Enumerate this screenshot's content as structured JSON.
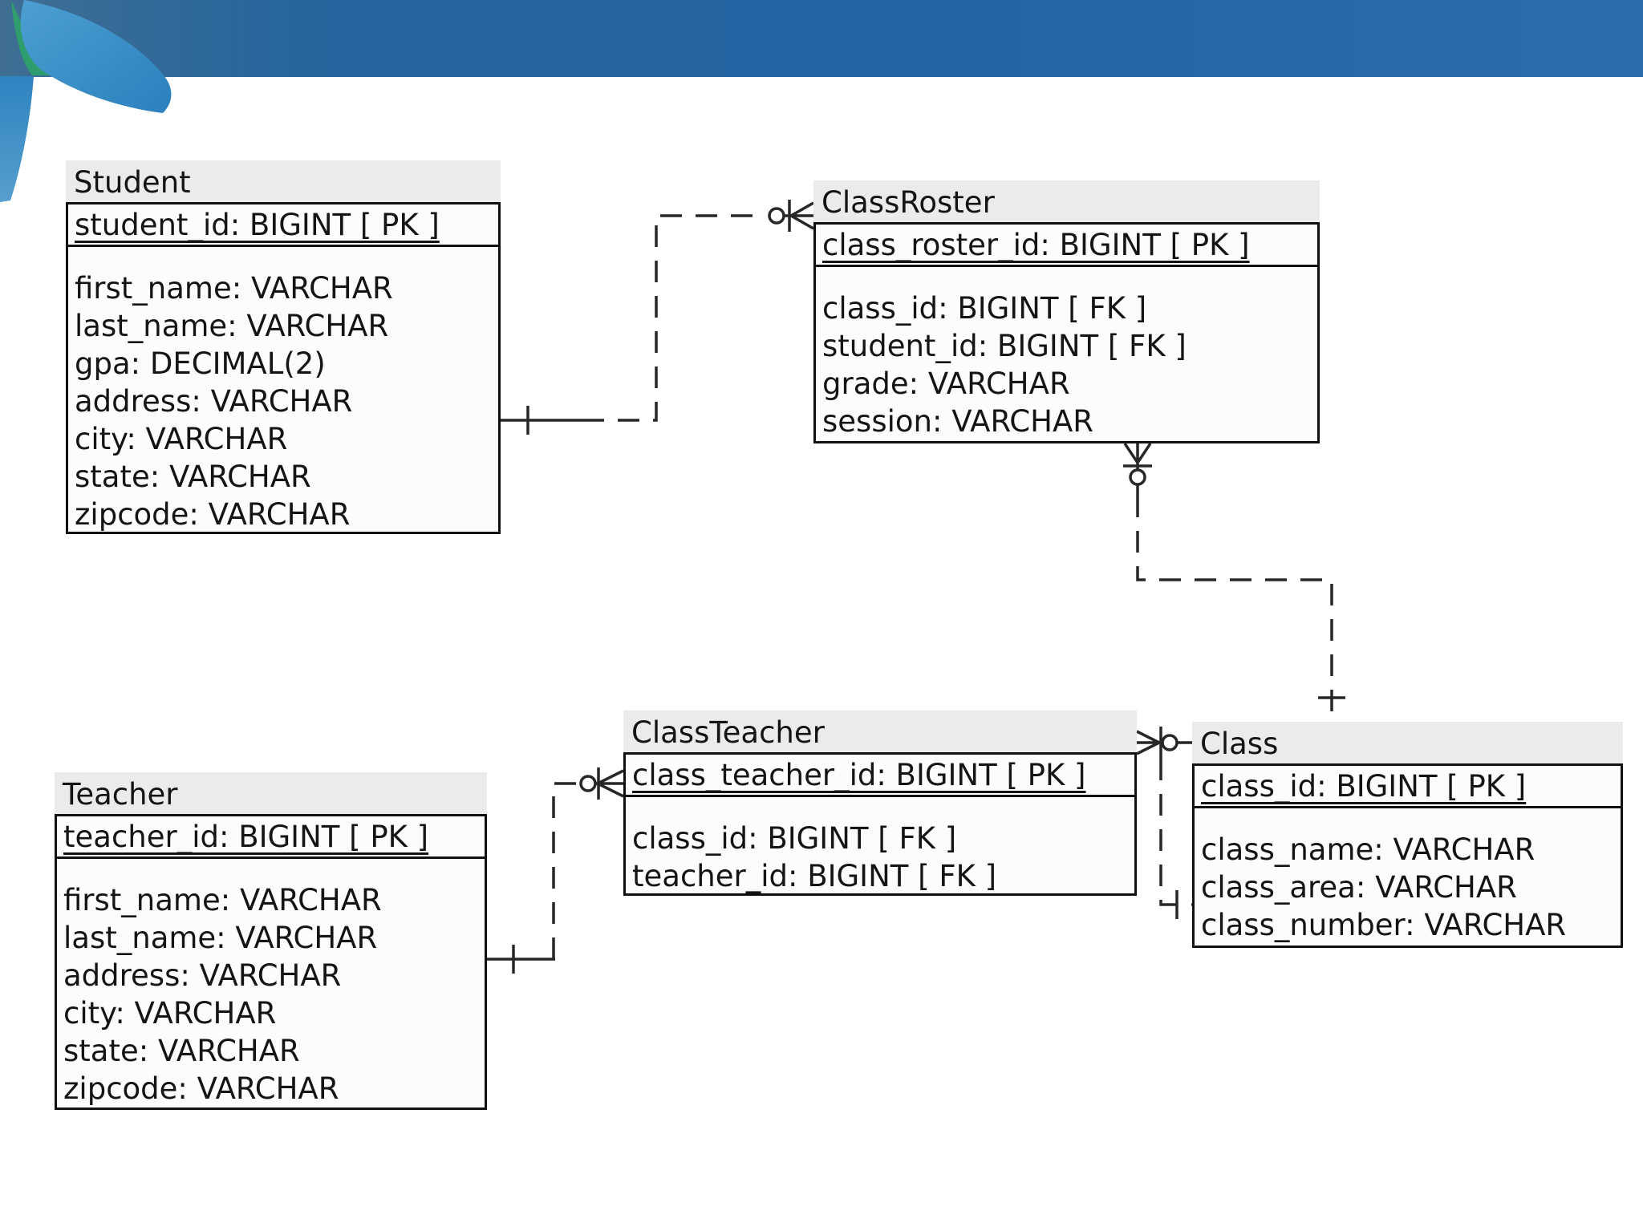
{
  "banner": {
    "base_color_left": "#3f6e92",
    "base_color": "#2265a4",
    "base_color_right": "#2b6eac",
    "leaf_color": "#4d9fd2",
    "leaf_color_dark": "#2b80bd",
    "green_accent": "#2f9e6e",
    "tail_color_top": "#2f83c0",
    "tail_color_bottom": "#569fce"
  },
  "diagram": {
    "tables": [
      {
        "name": "Student",
        "pk": "student_id: BIGINT  [ PK ]",
        "fields": [
          "first_name: VARCHAR",
          "last_name: VARCHAR",
          "gpa: DECIMAL(2)",
          "address: VARCHAR",
          "city: VARCHAR",
          "state: VARCHAR",
          "zipcode: VARCHAR"
        ]
      },
      {
        "name": "ClassRoster",
        "pk": "class_roster_id: BIGINT  [ PK ]",
        "fields": [
          "class_id: BIGINT  [ FK ]",
          "student_id: BIGINT  [ FK ]",
          "grade: VARCHAR",
          "session: VARCHAR"
        ]
      },
      {
        "name": "Teacher",
        "pk": "teacher_id: BIGINT  [ PK ]",
        "fields": [
          "first_name: VARCHAR",
          "last_name: VARCHAR",
          "address: VARCHAR",
          "city: VARCHAR",
          "state: VARCHAR",
          "zipcode: VARCHAR"
        ]
      },
      {
        "name": "ClassTeacher",
        "pk": "class_teacher_id: BIGINT  [ PK ]",
        "fields": [
          "class_id: BIGINT  [ FK ]",
          "teacher_id: BIGINT  [ FK ]"
        ]
      },
      {
        "name": "Class",
        "pk": "class_id: BIGINT  [ PK ]",
        "fields": [
          "class_name: VARCHAR",
          "class_area: VARCHAR",
          "class_number: VARCHAR"
        ]
      }
    ],
    "relationships": [
      {
        "from": "Student",
        "to": "ClassRoster",
        "from_cardinality": "one",
        "to_cardinality": "zero-or-many",
        "line_style": "dashed"
      },
      {
        "from": "Class",
        "to": "ClassRoster",
        "from_cardinality": "one",
        "to_cardinality": "zero-or-many",
        "line_style": "dashed"
      },
      {
        "from": "Teacher",
        "to": "ClassTeacher",
        "from_cardinality": "one",
        "to_cardinality": "zero-or-many",
        "line_style": "dashed"
      },
      {
        "from": "Class",
        "to": "ClassTeacher",
        "from_cardinality": "one",
        "to_cardinality": "zero-or-many",
        "line_style": "dashed"
      }
    ]
  }
}
